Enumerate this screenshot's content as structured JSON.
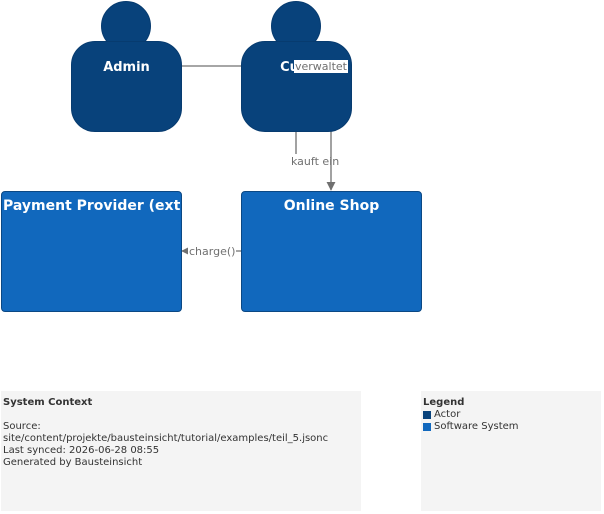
{
  "actors": [
    {
      "id": "admin",
      "label": "Admin"
    },
    {
      "id": "customer",
      "label": "Cust"
    }
  ],
  "systems": [
    {
      "id": "payment",
      "label": "Payment Provider (ext"
    },
    {
      "id": "shop",
      "label": "Online Shop"
    }
  ],
  "relations": [
    {
      "from": "admin",
      "to": "shop",
      "label": "verwaltet"
    },
    {
      "from": "customer",
      "to": "shop",
      "label": "kauft ein"
    },
    {
      "from": "shop",
      "to": "payment",
      "label": "charge()"
    }
  ],
  "context_box": {
    "title": "System Context",
    "blank": "",
    "source": "Source:",
    "path": "site/content/projekte/bausteinsicht/tutorial/examples/teil_5.jsonc",
    "synced": "Last synced: 2026-06-28 08:55",
    "generator": "Generated by Bausteinsicht"
  },
  "legend": {
    "title": "Legend",
    "items": [
      {
        "label": "Actor",
        "color": "#08427b"
      },
      {
        "label": "Software System",
        "color": "#1168bd"
      }
    ]
  },
  "colors": {
    "actor": "#08427b",
    "system": "#1168bd",
    "edge": "#707070",
    "panel": "#f4f4f4"
  }
}
